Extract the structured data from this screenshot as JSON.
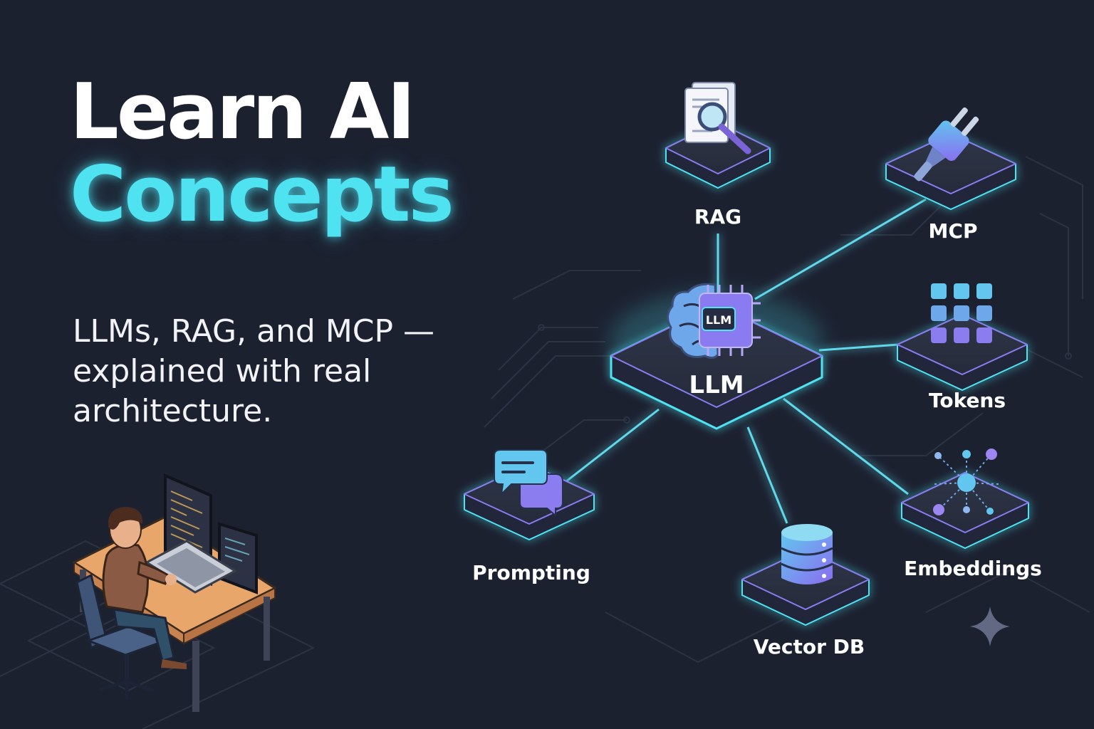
{
  "headline": {
    "line1": "Learn AI",
    "line2": "Concepts"
  },
  "subtitle": "LLMs, RAG, and MCP — explained with real architecture.",
  "center_node": {
    "label": "LLM",
    "chip_label": "LLM",
    "icon": "brain-chip-icon"
  },
  "nodes": [
    {
      "label": "RAG",
      "icon": "document-search-icon"
    },
    {
      "label": "MCP",
      "icon": "plug-icon"
    },
    {
      "label": "Tokens",
      "icon": "token-grid-icon"
    },
    {
      "label": "Embeddings",
      "icon": "vector-dots-icon"
    },
    {
      "label": "Vector DB",
      "icon": "database-icon"
    },
    {
      "label": "Prompting",
      "icon": "chat-bubbles-icon"
    }
  ],
  "colors": {
    "background": "#1c2130",
    "accent_cyan": "#4fe3f2",
    "connector": "#5fd8ea",
    "accent_purple": "#8a7cf0",
    "platform": "#2a3040"
  }
}
